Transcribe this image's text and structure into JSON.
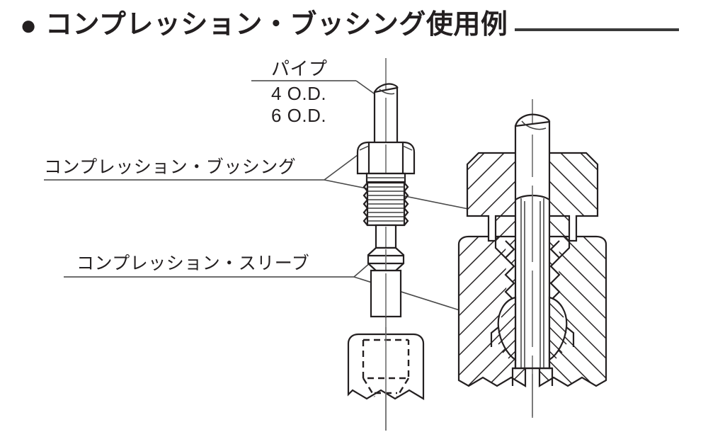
{
  "header": {
    "bullet": "●",
    "title": "コンプレッション・ブッシング使用例",
    "rule_color": "#3a3a3a"
  },
  "labels": {
    "pipe": {
      "name": "パイプ",
      "size_1": "4 O.D.",
      "size_2": "6 O.D."
    },
    "bushing": "コンプレッション・ブッシング",
    "sleeve": "コンプレッション・スリーブ"
  },
  "diagram": {
    "line_color": "#231f20",
    "leader_color": "#4a4a4a",
    "center_color": "#6e6e6e",
    "background": "#ffffff",
    "views": {
      "exploded": "compression-bushing-exploded-view",
      "assembly": "compression-fitting-section-view",
      "port": "port-block-hidden-detail"
    }
  }
}
